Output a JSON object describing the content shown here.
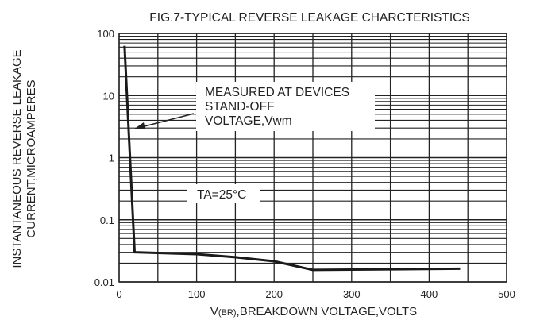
{
  "chart_data": {
    "type": "line",
    "title": "FIG.7-TYPICAL REVERSE LEAKAGE CHARCTERISTICS",
    "xlabel_prefix": "V",
    "xlabel_sub": "(BR)",
    "xlabel_rest": ",BREAKDOWN VOLTAGE,VOLTS",
    "ylabel_line1": "INSTANTANEOUS REVERSE LEAKAGE",
    "ylabel_line2": "CURRENT,MICROAMPERES",
    "xlim": [
      0,
      500
    ],
    "ylim": [
      0.01,
      100
    ],
    "yscale": "log",
    "grid": true,
    "x_ticks": [
      "0",
      "100",
      "200",
      "300",
      "400",
      "500"
    ],
    "y_ticks": [
      "0.01",
      "0.1",
      "1",
      "10",
      "100"
    ],
    "series": [
      {
        "name": "leakage",
        "x": [
          7,
          20,
          100,
          150,
          200,
          250,
          440
        ],
        "y": [
          63,
          0.03,
          0.028,
          0.025,
          0.0215,
          0.0156,
          0.0163
        ]
      }
    ],
    "annotations": {
      "measured_lines": [
        "MEASURED AT DEVICES",
        "STAND-OFF",
        "VOLTAGE,Vwm"
      ],
      "temp": "TA=25°C"
    },
    "color": "#1a1a1a"
  }
}
